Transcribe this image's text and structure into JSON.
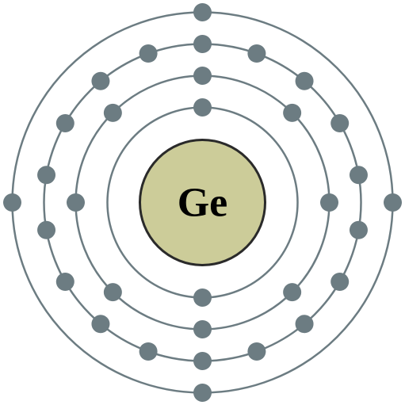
{
  "element": {
    "symbol": "Ge"
  },
  "shells": [
    {
      "electrons": 2
    },
    {
      "electrons": 8
    },
    {
      "electrons": 18
    },
    {
      "electrons": 4
    }
  ],
  "colors": {
    "nucleus_fill": "#cccc99",
    "nucleus_stroke": "#2a2a2a",
    "shell": "#6c7c82",
    "electron": "#6c7c82"
  }
}
